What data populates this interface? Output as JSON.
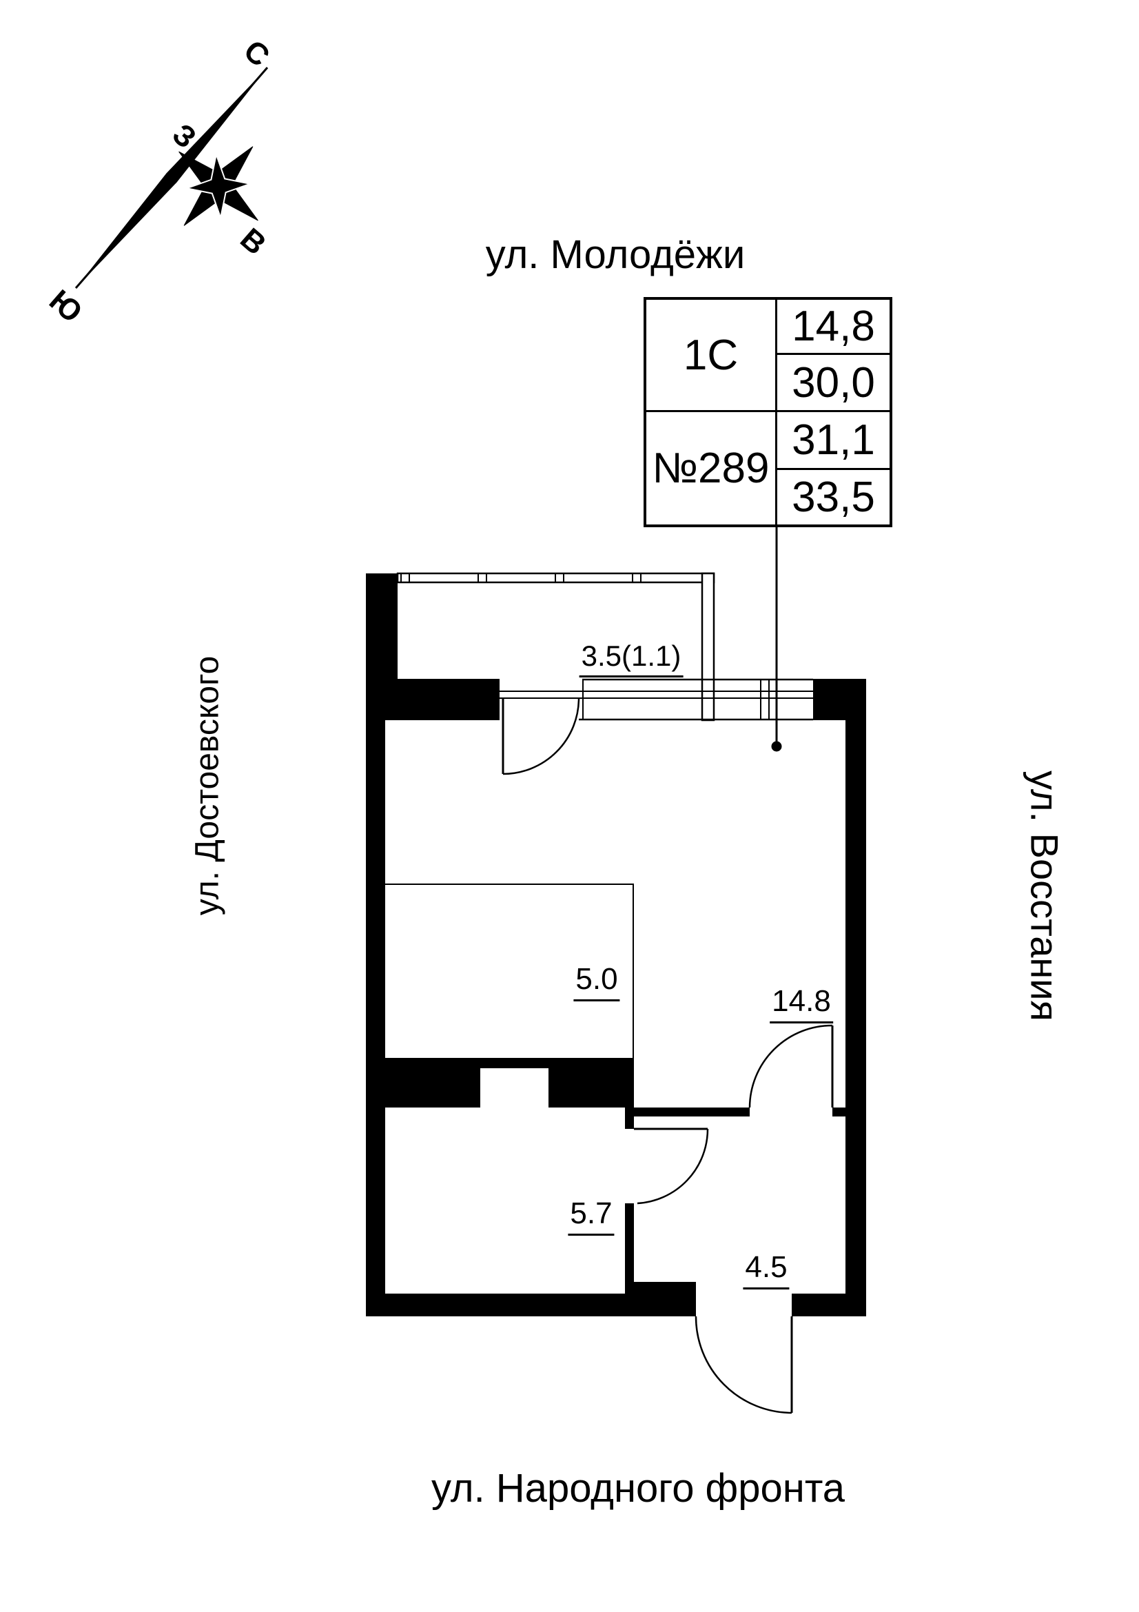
{
  "compass": {
    "north_label": "С",
    "south_label": "Ю",
    "west_label": "З",
    "east_label": "В"
  },
  "streets": {
    "top": "ул. Молодёжи",
    "left": "ул. Достоевского",
    "right": "ул. Восстания",
    "bottom": "ул. Народного фронта"
  },
  "info_table": {
    "apartment_type": "1С",
    "apartment_number": "№289",
    "values": [
      "14,8",
      "30,0",
      "31,1",
      "33,5"
    ]
  },
  "rooms": [
    {
      "name": "balcony",
      "label": "3.5(1.1)"
    },
    {
      "name": "kitchen-niche",
      "label": "5.0"
    },
    {
      "name": "main-room",
      "label": "14.8"
    },
    {
      "name": "bathroom",
      "label": "5.7"
    },
    {
      "name": "hall",
      "label": "4.5"
    }
  ]
}
